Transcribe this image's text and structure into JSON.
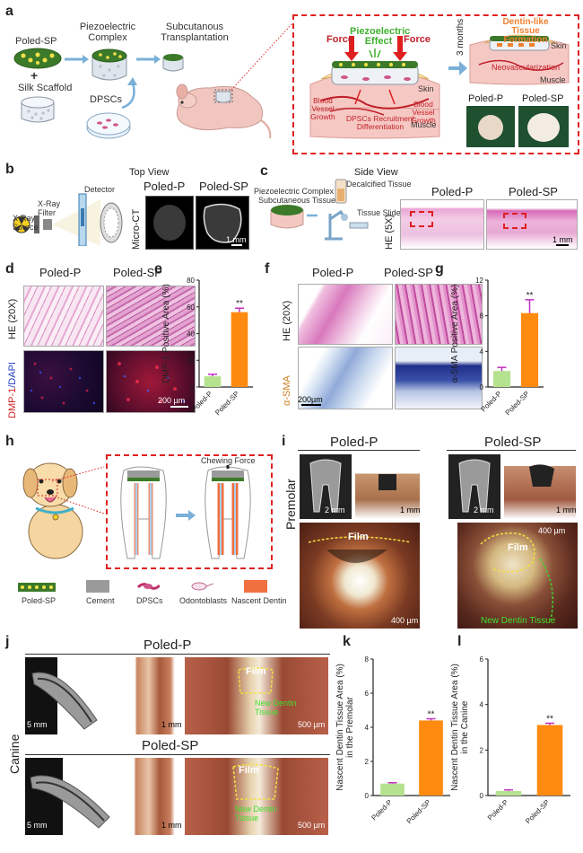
{
  "panels": [
    "a",
    "b",
    "c",
    "d",
    "e",
    "f",
    "g",
    "h",
    "i",
    "j",
    "k",
    "l"
  ],
  "a": {
    "poled_sp": "Poled-SP",
    "silk_scaffold": "Silk Scaffold",
    "piezo_complex": "Piezoelectric Complex",
    "dpscs": "DPSCs",
    "subcutaneous": "Subcutanous Transplantation",
    "force_left": "Force",
    "force_right": "Force",
    "piezo_effect": "Piezoelectric Effect",
    "skin": "Skin",
    "blood_left": "Blood Vessel Growth",
    "blood_right": "Blood Vessel Growth",
    "dpsc_recruit": "DPSCs Recruitment Differentiation",
    "muscle": "Muscle",
    "months": "3 months",
    "dentin_like": "Dentin-like Tissue Formation",
    "skin2": "Skin",
    "neovasc": "Neovascularization",
    "muscle2": "Muscle",
    "poled_p": "Poled-P",
    "poled_sp2": "Poled-SP"
  },
  "b": {
    "top_view": "Top View",
    "xray_source": "X-Ray Source",
    "xray_filter": "X-Ray Filter",
    "detector": "Detector",
    "micro_ct": "Micro-CT",
    "poled_p": "Poled-P",
    "poled_sp": "Poled-SP",
    "scale": "1 mm"
  },
  "c": {
    "side_view": "Side View",
    "piezo_complex": "Piezoelectric Complex",
    "subcut_tissue": "Subcutaneous Tissue",
    "decalcified": "Decalcified Tissue",
    "tissue_slide": "Tissue Slide",
    "he5x": "HE (5X)",
    "poled_p": "Poled-P",
    "poled_sp": "Poled-SP",
    "scale": "1 mm"
  },
  "d": {
    "poled_p": "Poled-P",
    "poled_sp": "Poled-SP",
    "he20x": "HE (20X)",
    "dmp_label_a": "DMP-1",
    "dmp_label_b": "/DAPI",
    "scale": "200 µm"
  },
  "f": {
    "poled_p": "Poled-P",
    "poled_sp": "Poled-SP",
    "he20x": "HE (20X)",
    "asma": "α-SMA",
    "scale": "200µm"
  },
  "h": {
    "chewing": "Chewing Force",
    "legend": [
      "Poled-SP",
      "Cement",
      "DPSCs",
      "Odontoblasts",
      "Nascent Dentin"
    ]
  },
  "i": {
    "poled_p": "Poled-P",
    "poled_sp": "Poled-SP",
    "premolar": "Premolar",
    "s2mm_a": "2 mm",
    "s1mm": "1 mm",
    "s400_a": "400 µm",
    "film_a": "Film",
    "s2mm_b": "2 mm",
    "s1mm_b": "1 mm",
    "s400_b": "400 µm",
    "film_b": "Film",
    "new_dentin": "New Dentin Tissue"
  },
  "j": {
    "poled_p": "Poled-P",
    "poled_sp": "Poled-SP",
    "canine": "Canine",
    "s5mm_a": "5 mm",
    "s1mm_a": "1 mm",
    "s500_a": "500 µm",
    "film_a": "Film",
    "new_dentin_a": "New Dentin Tissue",
    "s5mm_b": "5 mm",
    "s1mm_b": "1 mm",
    "s500_b": "500 µm",
    "film_b": "Film",
    "new_dentin_b": "New Dentin Tissue"
  },
  "chart_data": [
    {
      "panel": "e",
      "type": "bar",
      "categories": [
        "Poled-P",
        "Poled-SP"
      ],
      "values": [
        8,
        56
      ],
      "errors": [
        1.5,
        3
      ],
      "ylabel": "DMP-1 Positive Area (%)",
      "ylim": [
        0,
        80
      ],
      "yticks": [
        0,
        20,
        40,
        60,
        80
      ],
      "significance": "**",
      "colors": [
        "#b5e28e",
        "#ff8a10"
      ]
    },
    {
      "panel": "g",
      "type": "bar",
      "categories": [
        "Poled-P",
        "Poled-SP"
      ],
      "values": [
        1.8,
        8.3
      ],
      "errors": [
        0.4,
        1.5
      ],
      "ylabel": "α-SMA Positive Area (%)",
      "ylim": [
        0,
        12
      ],
      "yticks": [
        0,
        4,
        8,
        12
      ],
      "significance": "**",
      "colors": [
        "#b5e28e",
        "#ff8a10"
      ]
    },
    {
      "panel": "k",
      "type": "bar",
      "categories": [
        "Poled-P",
        "Poled-SP"
      ],
      "values": [
        0.7,
        4.4
      ],
      "errors": [
        0.05,
        0.1
      ],
      "ylabel": "Nascent Dentin Tissue Area (%) in the Premolar",
      "ylim": [
        0,
        8
      ],
      "yticks": [
        0,
        2,
        4,
        6,
        8
      ],
      "significance": "**",
      "colors": [
        "#b5e28e",
        "#ff8a10"
      ]
    },
    {
      "panel": "l",
      "type": "bar",
      "categories": [
        "Poled-P",
        "Poled-SP"
      ],
      "values": [
        0.2,
        3.1
      ],
      "errors": [
        0.05,
        0.08
      ],
      "ylabel": "Nascent Dentin Tissue Area (%) in the Canine",
      "ylim": [
        0,
        6
      ],
      "yticks": [
        0,
        2,
        4,
        6
      ],
      "significance": "**",
      "colors": [
        "#b5e28e",
        "#ff8a10"
      ]
    }
  ]
}
